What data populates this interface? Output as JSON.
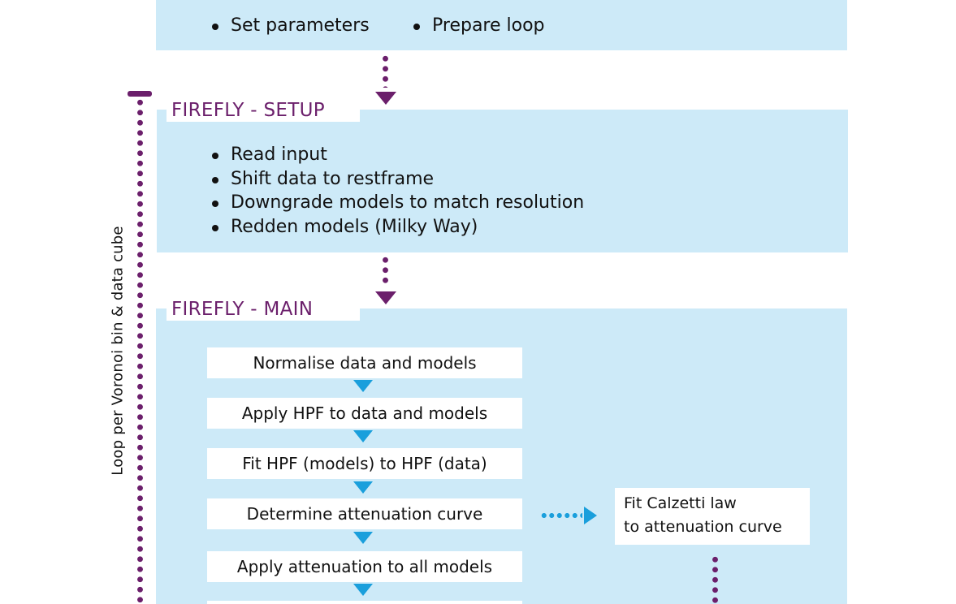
{
  "top_box": {
    "items": [
      "Set parameters",
      "Prepare loop"
    ]
  },
  "setup": {
    "title": "FIREFLY - SETUP",
    "items": [
      "Read input",
      "Shift data to restframe",
      "Downgrade models to match resolution",
      "Redden models (Milky Way)"
    ]
  },
  "main": {
    "title": "FIREFLY - MAIN",
    "steps": [
      "Normalise data and models",
      "Apply HPF to data and models",
      "Fit HPF (models) to HPF (data)",
      "Determine attenuation curve",
      "Apply attenuation to all models"
    ],
    "side_box": {
      "line1": "Fit Calzetti law",
      "line2": "to attenuation curve"
    }
  },
  "loop": {
    "label": "Loop per Voronoi bin & data cube"
  },
  "colors": {
    "panel_fill": "#cdeaf8",
    "title_purple": "#6b1f6b",
    "arrow_blue": "#1a9fdc",
    "text": "#111111"
  }
}
